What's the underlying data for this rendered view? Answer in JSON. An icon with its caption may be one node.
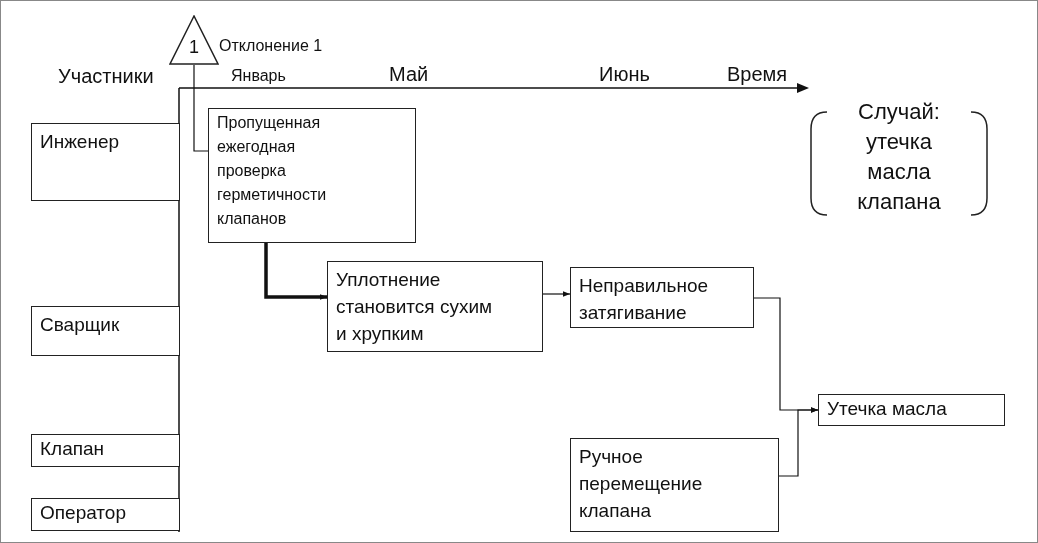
{
  "diagram": {
    "nodes": [
      {
        "text": [
          "Инженер"
        ]
      },
      {
        "text": [
          "Сварщик"
        ]
      },
      {
        "text": [
          "Клапан"
        ]
      },
      {
        "text": [
          "Оператор"
        ]
      },
      {
        "text": [
          "1"
        ],
        "beside": [
          "Отклонение 1"
        ]
      },
      {
        "text": [
          "Пропущенная ежегодная проверка герметичности клапанов"
        ]
      },
      {
        "text": [
          "Уплотнение становится сухим и хрупким"
        ]
      },
      {
        "text": [
          "Неправильное затягивание"
        ]
      },
      {
        "text": [
          "Утечка масла"
        ]
      },
      {
        "text": [
          "Ручное перемещение клапана"
        ]
      },
      {
        "text": [
          "Случай: утечка масла клапана"
        ]
      }
    ],
    "edges": [
      {
        "from": 4,
        "to": 5,
        "arrow": "none"
      },
      {
        "from": 5,
        "to": 6,
        "arrow": "to",
        "style": "thick"
      },
      {
        "from": 6,
        "to": 7,
        "arrow": "to"
      },
      {
        "from": 7,
        "to": 8,
        "arrow": "to"
      },
      {
        "from": 9,
        "to": 8,
        "arrow": "to"
      }
    ],
    "labels": [
      "Участники",
      "Январь",
      "Май",
      "Июнь",
      "Время"
    ]
  }
}
